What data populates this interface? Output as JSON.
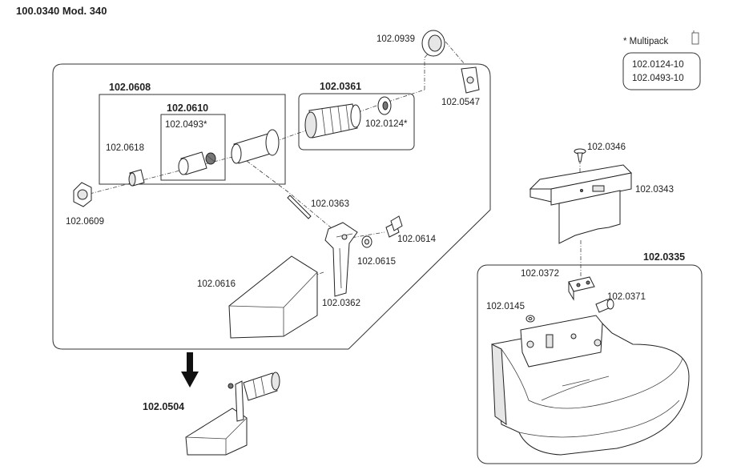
{
  "title": "100.0340 Mod. 340",
  "multipack": {
    "label": "* Multipack",
    "items": [
      "102.0124-10",
      "102.0493-10"
    ]
  },
  "groups": {
    "g0608": "102.0608",
    "g0610": "102.0610",
    "g0361": "102.0361",
    "g0335": "102.0335",
    "g0504": "102.0504"
  },
  "parts": {
    "p0939": "102.0939",
    "p0547": "102.0547",
    "p0493": "102.0493*",
    "p0124": "102.0124*",
    "p0618": "102.0618",
    "p0609": "102.0609",
    "p0363": "102.0363",
    "p0614": "102.0614",
    "p0615": "102.0615",
    "p0616": "102.0616",
    "p0362": "102.0362",
    "p0346": "102.0346",
    "p0343": "102.0343",
    "p0372": "102.0372",
    "p0371": "102.0371",
    "p0145": "102.0145"
  }
}
